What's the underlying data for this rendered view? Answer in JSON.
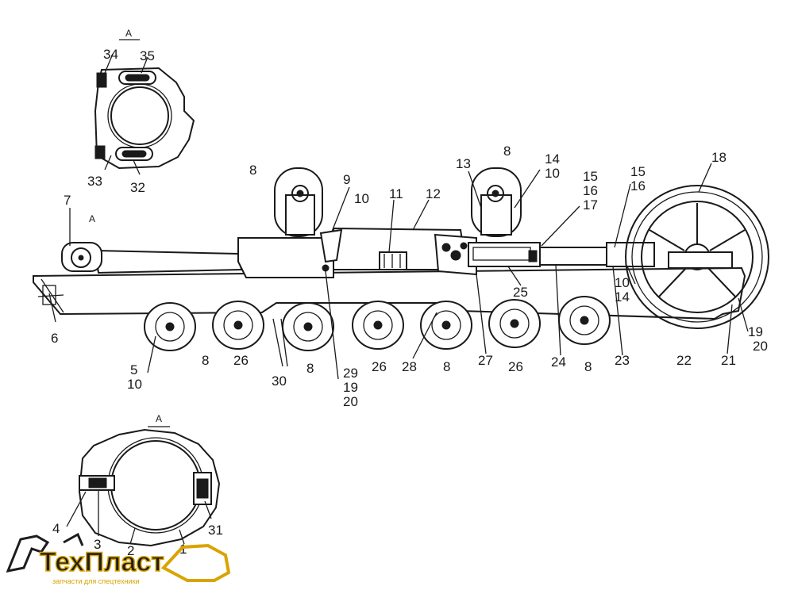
{
  "section_marks": [
    "А",
    "А",
    "А"
  ],
  "callouts": {
    "top_detail": [
      "34",
      "35",
      "33",
      "32"
    ],
    "bottom_detail": [
      "4",
      "3",
      "2",
      "1",
      "31"
    ],
    "main": [
      "7",
      "6",
      "8",
      "9",
      "10",
      "11",
      "12",
      "13",
      "8",
      "14",
      "10",
      "15",
      "16",
      "17",
      "15",
      "16",
      "18",
      "5",
      "10",
      "8",
      "26",
      "30",
      "8",
      "29",
      "19",
      "20",
      "26",
      "28",
      "8",
      "27",
      "26",
      "25",
      "24",
      "8",
      "23",
      "10",
      "14",
      "22",
      "21",
      "19",
      "20"
    ]
  },
  "logo": {
    "name": "ТехПласт",
    "tagline": "запчасти для спецтехники",
    "accent_color": "#d9a400",
    "text_color": "#1d1d1d"
  }
}
